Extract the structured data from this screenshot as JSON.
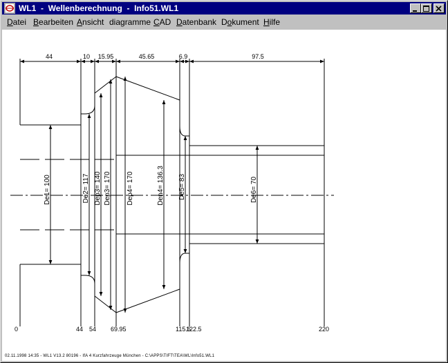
{
  "window": {
    "title": "WL1  -  Wellenberechnung  -  Info51.WL1"
  },
  "menu": {
    "items": [
      {
        "label": "Datei",
        "mnemonic": "D",
        "rest": "atei"
      },
      {
        "label": "Bearbeiten",
        "mnemonic": "B",
        "rest": "earbeiten"
      },
      {
        "label": "Ansicht",
        "mnemonic": "A",
        "rest": "nsicht"
      },
      {
        "label": "diagramme",
        "mnemonic": "",
        "rest": "diagramme"
      },
      {
        "label": "CAD",
        "mnemonic": "C",
        "rest": "AD"
      },
      {
        "label": "Datenbank",
        "mnemonic": "D",
        "rest": "atenbank"
      },
      {
        "label": "Dokument",
        "mnemonic": "o",
        "pre": "D",
        "rest": "kument"
      },
      {
        "label": "Hilfe",
        "mnemonic": "H",
        "rest": "ilfe"
      }
    ]
  },
  "drawing": {
    "segment_lengths": [
      "44",
      "10",
      "15.95",
      "45.65",
      "6.9",
      "97.5"
    ],
    "positions": [
      "0",
      "44",
      "54",
      "69.95",
      "115.6",
      "122.5",
      "220"
    ],
    "diameters": [
      "De1= 100",
      "De2= 117",
      "Dep3= 140",
      "Dep3= 170",
      "Dep4= 170",
      "Den4= 136.3",
      "De5= 83",
      "De6= 70"
    ],
    "status": "02.11.1998 14:35 - WL1 V13.2 80196 - IfA 4 Kurzfahrzeuge  München - C:\\APPS\\TIFT\\TEA\\WL\\Info51.WL1"
  }
}
